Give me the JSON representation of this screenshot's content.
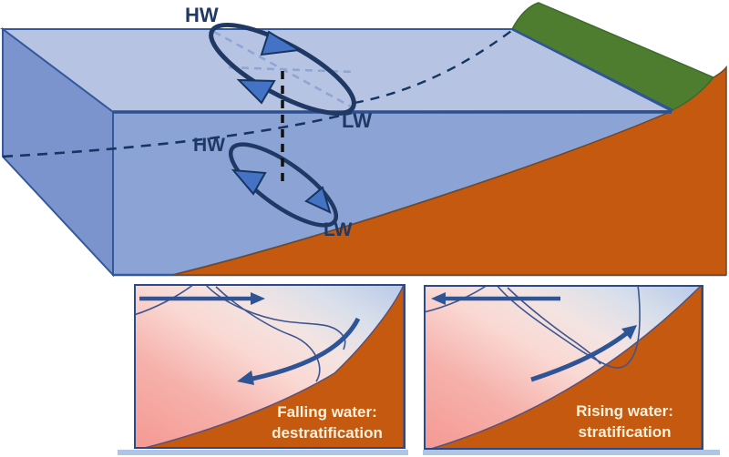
{
  "diagram": {
    "upper_ellipse": {
      "hw_label": "HW",
      "lw_label": "LW"
    },
    "lower_ellipse": {
      "hw_label": "HW",
      "lw_label": "LW"
    }
  },
  "insets": {
    "falling": {
      "caption_line1": "Falling water:",
      "caption_line2": "destratification"
    },
    "rising": {
      "caption_line1": "Rising water:",
      "caption_line2": "stratification"
    }
  },
  "colors": {
    "navy_outline": "#1f3864",
    "arrow_blue": "#4472c4",
    "top_face": "#b6c3e2",
    "front_face": "#8ca3d6",
    "left_face": "#7b94ce",
    "seabed_orange": "#c5590f",
    "coast_green": "#4e7d2f",
    "inset_pink": "#f59892",
    "inset_blue": "#b7c8e8",
    "caption_cream": "#fbf0d9",
    "bottom_strip": "#aec5e6"
  }
}
